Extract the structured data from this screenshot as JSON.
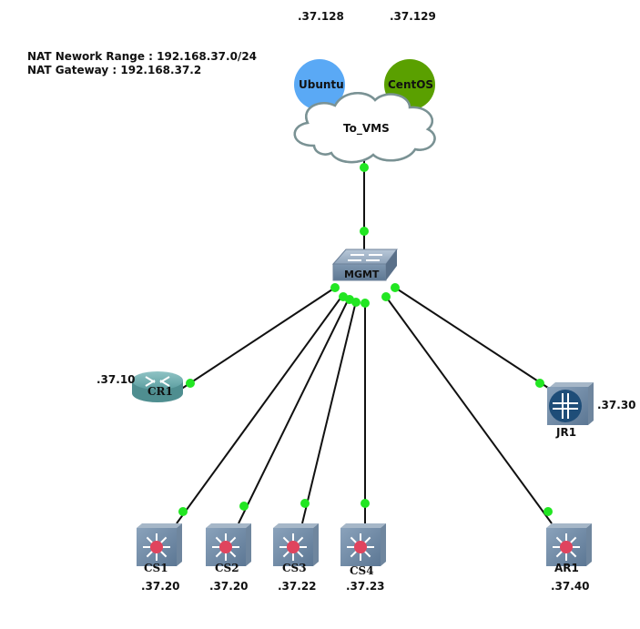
{
  "notes": {
    "nat_range": "NAT Nework Range : 192.168.37.0/24",
    "nat_gateway": "NAT Gateway : 192.168.37.2"
  },
  "nodes": {
    "ubuntu": {
      "name": "Ubuntu",
      "ip": ".37.128",
      "color": "#5aa9f5"
    },
    "centos": {
      "name": "CentOS",
      "ip": ".37.129",
      "color": "#5aa000"
    },
    "cloud": {
      "name": "To_VMS"
    },
    "mgmt": {
      "name": "MGMT"
    },
    "cr1": {
      "name": "CR1",
      "ip": ".37.10"
    },
    "jr1": {
      "name": "JR1",
      "ip": ".37.30"
    },
    "cs1": {
      "name": "CS1",
      "ip": ".37.20"
    },
    "cs2": {
      "name": "CS2",
      "ip": ".37.20"
    },
    "cs3": {
      "name": "CS3",
      "ip": ".37.22"
    },
    "cs4": {
      "name": "CS4",
      "ip": ".37.23"
    },
    "ar1": {
      "name": "AR1",
      "ip": ".37.40"
    }
  },
  "links": [
    {
      "from": "cloud",
      "to": "mgmt"
    },
    {
      "from": "mgmt",
      "to": "cr1"
    },
    {
      "from": "mgmt",
      "to": "cs1"
    },
    {
      "from": "mgmt",
      "to": "cs2"
    },
    {
      "from": "mgmt",
      "to": "cs3"
    },
    {
      "from": "mgmt",
      "to": "cs4"
    },
    {
      "from": "mgmt",
      "to": "ar1"
    },
    {
      "from": "mgmt",
      "to": "jr1"
    }
  ],
  "colors": {
    "link_status": "#22e622",
    "link": "#111111"
  }
}
